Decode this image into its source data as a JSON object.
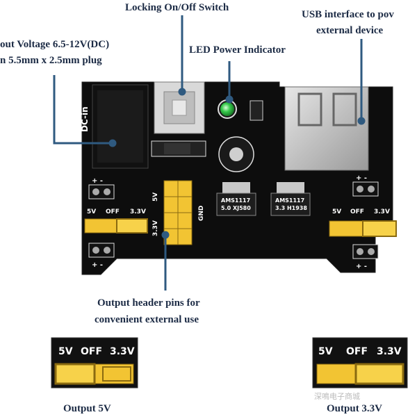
{
  "annotations": {
    "switch": "Locking On/Off Switch",
    "usb_line1": "USB interface to pov",
    "usb_line2": "external device",
    "input_line1": "out Voltage 6.5-12V(DC)",
    "input_line2": "n 5.5mm x 2.5mm plug",
    "led": "LED Power Indicator",
    "header_line1": "Output header pins for",
    "header_line2": "convenient external use"
  },
  "board": {
    "dc_in": "DC-in",
    "regulator_5v_line1": "AMS1117",
    "regulator_5v_line2": "5.0 XJ580",
    "regulator_33v_line1": "AMS1117",
    "regulator_33v_line2": "3.3 H1938",
    "header_5v": "5V",
    "header_33v": "3.3V",
    "header_gnd": "GND",
    "plus_minus_top_left": "+ -",
    "plus_minus_bottom_left": "+ -",
    "plus_minus_top_right": "+ -",
    "plus_minus_bottom_right": "+ -",
    "left_selector": {
      "v5": "5V",
      "off": "OFF",
      "v33": "3.3V"
    },
    "right_selector": {
      "v5": "5V",
      "off": "OFF",
      "v33": "3.3V"
    }
  },
  "insets": {
    "left": {
      "v5": "5V",
      "off": "OFF",
      "v33": "3.3V",
      "caption": "Output 5V"
    },
    "right": {
      "v5": "5V",
      "off": "OFF",
      "v33": "3.3V",
      "caption": "Output 3.3V",
      "watermark": "深鳴电子商城"
    }
  },
  "colors": {
    "pcb": "#0d0d0d",
    "annotation_text": "#1c2b45",
    "pointer": "#2f5a80",
    "jumper_yellow": "#f2c433",
    "led_green": "#35c94a"
  }
}
